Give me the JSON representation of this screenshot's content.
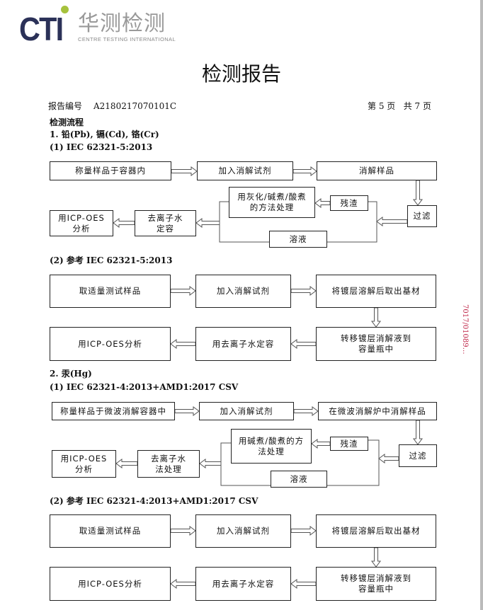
{
  "logo": {
    "brand": "CTI",
    "name_cn": "华测检测",
    "name_en": "CENTRE TESTING INTERNATIONAL",
    "colors": {
      "brand": "#2b3158",
      "dot": "#a6c23c"
    }
  },
  "title": "检测报告",
  "header": {
    "report_no_label": "报告编号",
    "report_no": "A2180217070101C",
    "page_info": "第 5 页   共 7 页"
  },
  "section_title": "检测流程",
  "s1": {
    "heading": "1. 铅(Pb), 镉(Cd), 铬(Cr)",
    "sub1": "(1) IEC 62321-5:2013",
    "sub2": "(2)  参考 IEC 62321-5:2013"
  },
  "s2": {
    "heading": "2. 汞(Hg)",
    "sub1": "(1) IEC 62321-4:2013+AMD1:2017 CSV",
    "sub2": "(2)  参考 IEC 62321-4:2013+AMD1:2017 CSV"
  },
  "flow1": [
    "称量样品于容器内",
    "加入消解试剂",
    "消解样品",
    "过滤",
    "残渣",
    "用灰化/碱煮/酸煮\n的方法处理",
    "溶液",
    "去离子水\n定容",
    "用ICP-OES\n分析"
  ],
  "flow2": [
    "取适量测试样品",
    "加入消解试剂",
    "将镀层溶解后取出基材",
    "转移镀层消解液到\n容量瓶中",
    "用去离子水定容",
    "用ICP-OES分析"
  ],
  "flow3": [
    "称量样品于微波消解容器中",
    "加入消解试剂",
    "在微波消解炉中消解样品",
    "过滤",
    "残渣",
    "用碱煮/酸煮的方\n法处理",
    "溶液",
    "去离子水\n法处理",
    "用ICP-OES\n分析"
  ],
  "flow4": [
    "取适量测试样品",
    "加入消解试剂",
    "将镀层溶解后取出基材",
    "转移镀层消解液到\n容量瓶中",
    "用去离子水定容",
    "用ICP-OES分析"
  ],
  "stamp": "7017/01089…",
  "stamp_color": "#c0284a"
}
